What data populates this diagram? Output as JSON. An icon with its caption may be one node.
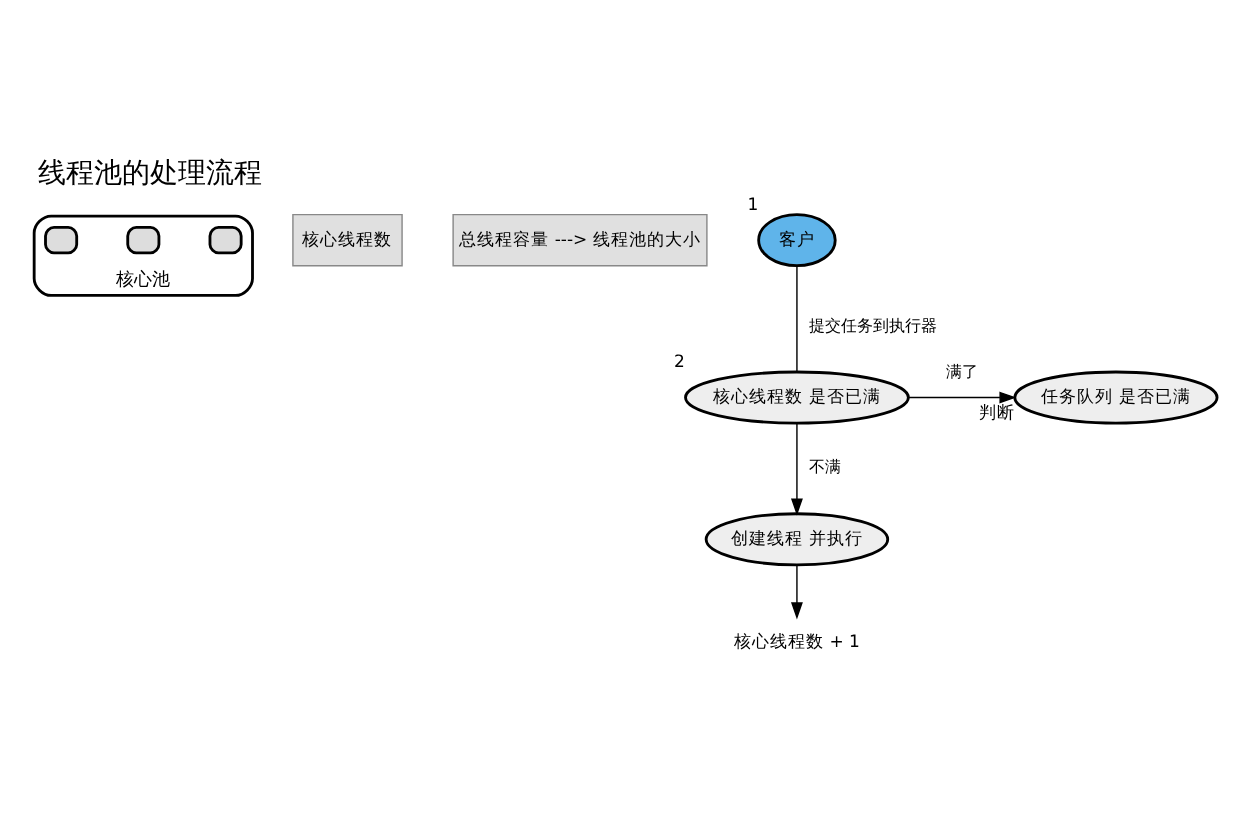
{
  "diagram": {
    "title": "线程池的处理流程",
    "nodes": [
      {
        "text": [
          "核心池"
        ]
      },
      {
        "text": [],
        "shape": "box",
        "in": 0
      },
      {
        "text": [],
        "shape": "box",
        "in": 0
      },
      {
        "text": [],
        "shape": "box",
        "in": 0
      },
      {
        "text": [
          "核心线程数"
        ]
      },
      {
        "text": [
          "总线程容量 ---> 线程池的大小"
        ]
      },
      {
        "text": [
          "客户"
        ],
        "beside": [
          "1"
        ]
      },
      {
        "text": [
          "核心线程数 是否已满"
        ],
        "beside": [
          "2"
        ]
      },
      {
        "text": [
          "任务队列 是否已满"
        ],
        "beside": [
          "判断"
        ]
      },
      {
        "text": [
          "创建线程 并执行"
        ]
      },
      {
        "text": [
          "核心线程数 + 1"
        ]
      }
    ],
    "edges": [
      {
        "from": 6,
        "to": 7,
        "arrow": "none",
        "label": "提交任务到执行器"
      },
      {
        "from": 7,
        "to": 8,
        "arrow": "to",
        "label": "满了"
      },
      {
        "from": 7,
        "to": 9,
        "arrow": "to",
        "label": "不满"
      },
      {
        "from": 9,
        "to": 10,
        "arrow": "to"
      }
    ]
  }
}
